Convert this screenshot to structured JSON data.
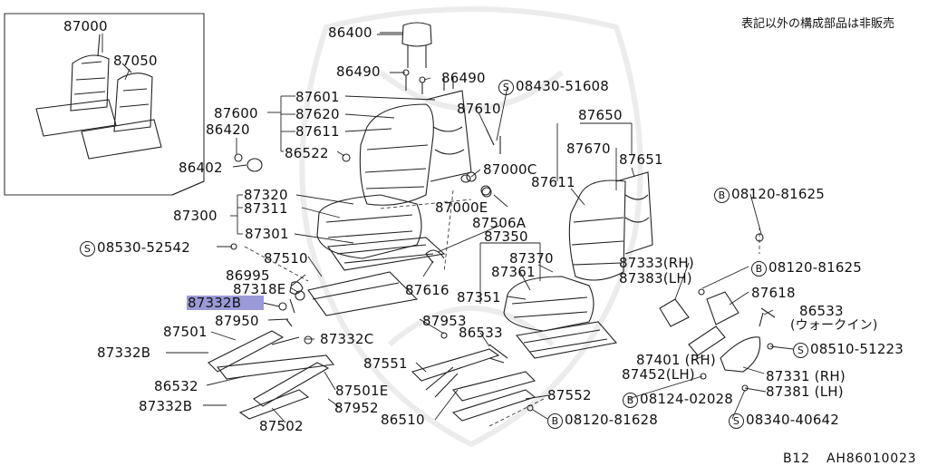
{
  "note": "表記以外の構成部品は非販売",
  "footer": {
    "page": "B12",
    "code": "AH86010023"
  },
  "colors": {
    "highlight": "#9a9ad8",
    "line": "#222222"
  },
  "parts": {
    "p87000": "87000",
    "p87050": "87050",
    "p86400": "86400",
    "p86490a": "86490",
    "p86490b": "86490",
    "s08430": "08430-51608",
    "p87601": "87601",
    "p87600": "87600",
    "p87620": "87620",
    "p87610": "87610",
    "p86420": "86420",
    "p87611a": "87611",
    "p86522": "86522",
    "p86402": "86402",
    "p87000c": "87000C",
    "p87650": "87650",
    "p87670": "87670",
    "p87651": "87651",
    "p87611b": "87611",
    "p87320": "87320",
    "p87311": "87311",
    "p87300": "87300",
    "p87000e": "87000E",
    "p87506a": "87506A",
    "b08120a": "08120-81625",
    "p87301": "87301",
    "p87350": "87350",
    "s08530": "08530-52542",
    "p87370": "87370",
    "p87510": "87510",
    "p87361": "87361",
    "p87333": "87333(RH)",
    "p87383": "87383(LH)",
    "b08120b": "08120-81625",
    "p86995": "86995",
    "p87616": "87616",
    "p87318e": "87318E",
    "p87351": "87351",
    "p87618": "87618",
    "p87332b_hl": "87332B",
    "p86533a": "86533",
    "walkin": "(ウォークイン)",
    "p87950": "87950",
    "p87953": "87953",
    "p87501": "87501",
    "p86533b": "86533",
    "p87332c": "87332C",
    "s08510": "08510-51223",
    "p87332b1": "87332B",
    "p87401": "87401 (RH)",
    "p87452": "87452(LH)",
    "p87551": "87551",
    "p87331": "87331 (RH)",
    "p86532": "86532",
    "p87501e": "87501E",
    "p87381": "87381 (LH)",
    "p87552": "87552",
    "b08124": "08124-02028",
    "p87332b2": "87332B",
    "p87952": "87952",
    "p86510": "86510",
    "s08340": "08340-40642",
    "b08120c": "08120-81628",
    "p87502": "87502",
    "prefixS": "S",
    "prefixB": "B"
  }
}
